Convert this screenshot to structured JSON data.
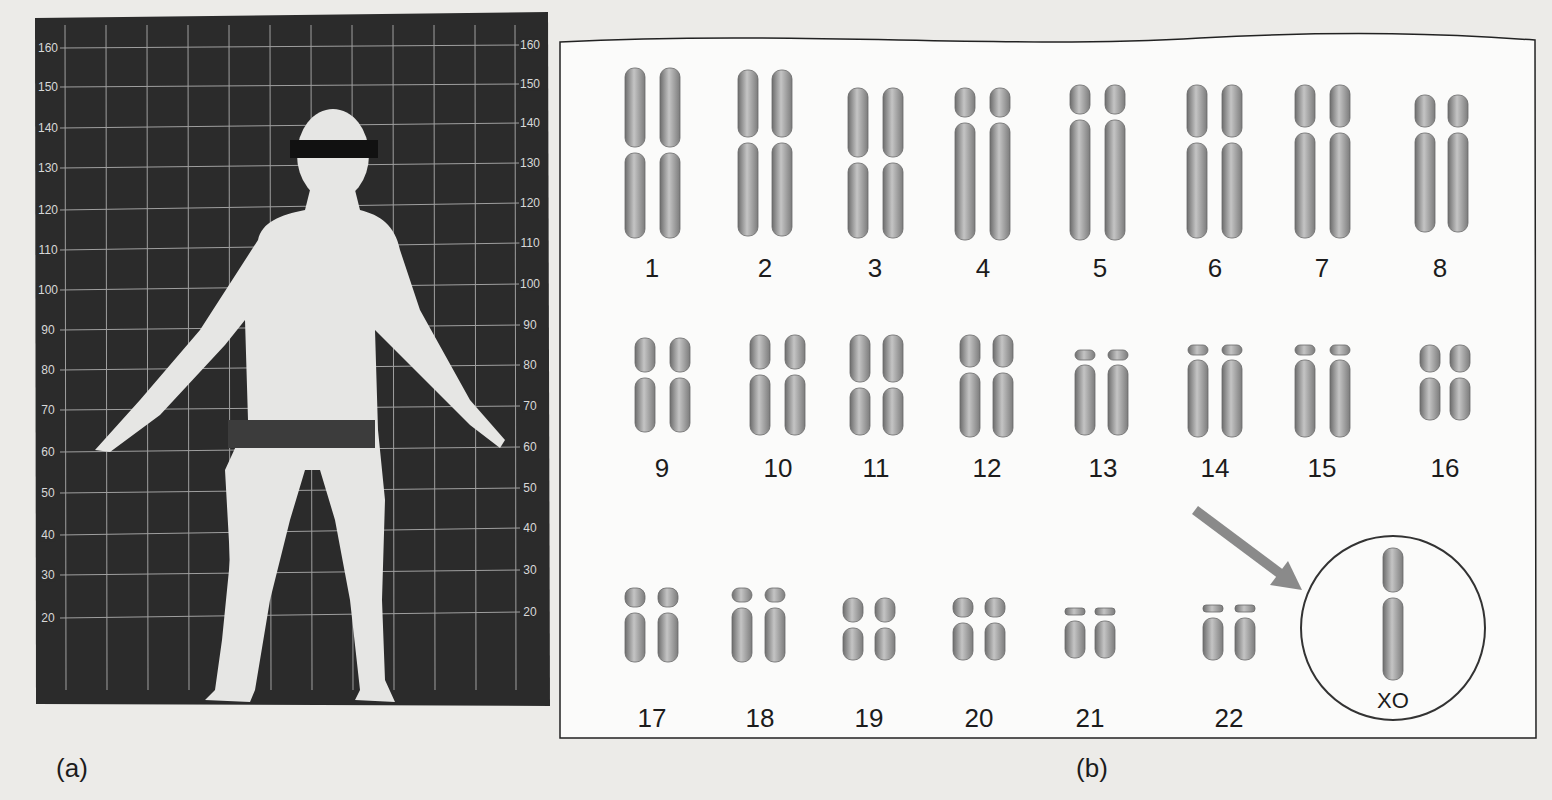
{
  "diagram": {
    "nodes": [
      {
        "text": [
          "XO"
        ]
      }
    ],
    "labels": [
      "(a)",
      "(b)",
      "160",
      "150",
      "140",
      "130",
      "120",
      "110",
      "100",
      "90",
      "80",
      "70",
      "60",
      "50",
      "40",
      "30",
      "20",
      "160",
      "150",
      "140",
      "130",
      "120",
      "110",
      "100",
      "90",
      "80",
      "70",
      "60",
      "50",
      "40",
      "30",
      "20",
      "1",
      "2",
      "3",
      "4",
      "5",
      "6",
      "7",
      "8",
      "9",
      "10",
      "11",
      "12",
      "13",
      "14",
      "15",
      "16",
      "17",
      "18",
      "19",
      "20",
      "21",
      "22"
    ]
  }
}
